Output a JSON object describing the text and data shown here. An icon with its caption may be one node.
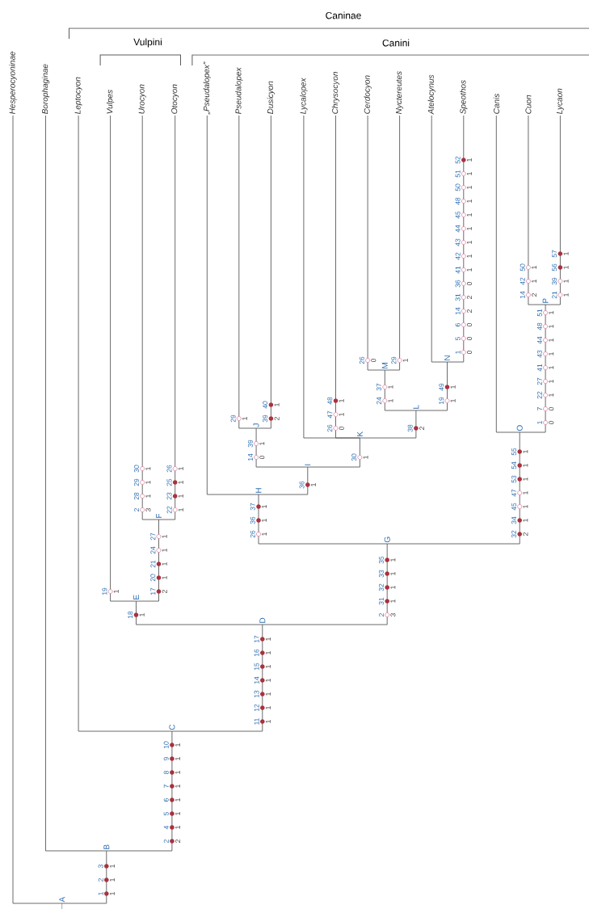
{
  "diagram": {
    "nodes": [
      {
        "text": [
          "Hesperocyoninae"
        ]
      },
      {
        "text": [
          "Borophaginae"
        ]
      },
      {
        "text": [
          "Leptocyon"
        ]
      },
      {
        "text": [
          "Vulpes"
        ],
        "beside": [
          "19",
          "1"
        ]
      },
      {
        "text": [
          "Urocyon"
        ],
        "beside": [
          "2",
          "3",
          "28",
          "1",
          "29",
          "1",
          "30",
          "1"
        ]
      },
      {
        "text": [
          "Otocyon"
        ],
        "beside": [
          "22",
          "1",
          "23",
          "1",
          "25",
          "1",
          "26",
          "1"
        ]
      },
      {
        "text": [
          "„Pseudalopex”"
        ]
      },
      {
        "text": [
          "Pseudalopex"
        ],
        "beside": [
          "29",
          "1"
        ]
      },
      {
        "text": [
          "Dusicyon"
        ],
        "beside": [
          "39",
          "2",
          "40",
          "1"
        ]
      },
      {
        "text": [
          "Lycalopex"
        ]
      },
      {
        "text": [
          "Chrysocyon"
        ],
        "beside": [
          "26",
          "0",
          "47",
          "1",
          "48",
          "1"
        ]
      },
      {
        "text": [
          "Cerdocyon"
        ],
        "beside": [
          "26",
          "0"
        ]
      },
      {
        "text": [
          "Nyctereutes"
        ],
        "beside": [
          "29",
          "1"
        ]
      },
      {
        "text": [
          "Atelocynus"
        ]
      },
      {
        "text": [
          "Speothos"
        ],
        "beside": [
          "1",
          "0",
          "5",
          "0",
          "6",
          "0",
          "14",
          "2",
          "31",
          "2",
          "36",
          "0",
          "41",
          "1",
          "42",
          "1",
          "43",
          "1",
          "44",
          "1",
          "45",
          "1",
          "48",
          "1",
          "50",
          "1",
          "51",
          "1",
          "52",
          "1"
        ]
      },
      {
        "text": [
          "Canis"
        ]
      },
      {
        "text": [
          "Cuon"
        ],
        "beside": [
          "14",
          "2",
          "42",
          "1",
          "50",
          "1"
        ]
      },
      {
        "text": [
          "Lycaon"
        ],
        "beside": [
          "21",
          "1",
          "39",
          "1",
          "56",
          "1",
          "57",
          "1"
        ]
      },
      {
        "text": [
          "A"
        ]
      },
      {
        "text": [
          "B"
        ],
        "beside": [
          "1",
          "1",
          "2",
          "1",
          "3",
          "1"
        ]
      },
      {
        "text": [
          "C"
        ],
        "beside": [
          "2",
          "2",
          "4",
          "1",
          "5",
          "1",
          "6",
          "1",
          "7",
          "1",
          "8",
          "1",
          "9",
          "1",
          "10",
          "1"
        ]
      },
      {
        "text": [
          "D"
        ],
        "beside": [
          "11",
          "1",
          "12",
          "1",
          "13",
          "1",
          "14",
          "1",
          "15",
          "1",
          "16",
          "1",
          "17",
          "1"
        ]
      },
      {
        "text": [
          "E"
        ],
        "beside": [
          "18",
          "1"
        ]
      },
      {
        "text": [
          "F"
        ],
        "beside": [
          "17",
          "2",
          "20",
          "1",
          "21",
          "1",
          "24",
          "1",
          "27",
          "1"
        ]
      },
      {
        "text": [
          "G"
        ],
        "beside": [
          "2",
          "3",
          "31",
          "1",
          "32",
          "1",
          "33",
          "1",
          "35",
          "1"
        ]
      },
      {
        "text": [
          "H"
        ],
        "beside": [
          "26",
          "1",
          "36",
          "1",
          "37",
          "1"
        ]
      },
      {
        "text": [
          "I"
        ],
        "beside": [
          "36",
          "1"
        ]
      },
      {
        "text": [
          "J"
        ],
        "beside": [
          "14",
          "0",
          "39",
          "1"
        ]
      },
      {
        "text": [
          "K"
        ],
        "beside": [
          "30",
          "1"
        ]
      },
      {
        "text": [
          "L"
        ],
        "beside": [
          "38",
          "2"
        ]
      },
      {
        "text": [
          "M"
        ],
        "beside": [
          "24",
          "1",
          "37",
          "1"
        ]
      },
      {
        "text": [
          "N"
        ],
        "beside": [
          "19",
          "1",
          "49",
          "1"
        ]
      },
      {
        "text": [
          "O"
        ],
        "beside": [
          "32",
          "2",
          "34",
          "1",
          "45",
          "1",
          "47",
          "1",
          "53",
          "1",
          "54",
          "1",
          "55",
          "1"
        ]
      },
      {
        "text": [
          "P"
        ],
        "beside": [
          "1",
          "0",
          "7",
          "0",
          "22",
          "1",
          "27",
          "1",
          "41",
          "1",
          "43",
          "1",
          "44",
          "1",
          "48",
          "1",
          "51",
          "1"
        ]
      }
    ],
    "edges": [
      {
        "from": 18,
        "to": 0,
        "arrow": "none"
      },
      {
        "from": 18,
        "to": 19,
        "arrow": "none"
      },
      {
        "from": 19,
        "to": 1,
        "arrow": "none"
      },
      {
        "from": 19,
        "to": 20,
        "arrow": "none"
      },
      {
        "from": 20,
        "to": 2,
        "arrow": "none"
      },
      {
        "from": 20,
        "to": 21,
        "arrow": "none"
      },
      {
        "from": 21,
        "to": 22,
        "arrow": "none"
      },
      {
        "from": 21,
        "to": 24,
        "arrow": "none"
      },
      {
        "from": 22,
        "to": 3,
        "arrow": "none"
      },
      {
        "from": 22,
        "to": 23,
        "arrow": "none"
      },
      {
        "from": 23,
        "to": 4,
        "arrow": "none"
      },
      {
        "from": 23,
        "to": 5,
        "arrow": "none"
      },
      {
        "from": 24,
        "to": 25,
        "arrow": "none"
      },
      {
        "from": 24,
        "to": 32,
        "arrow": "none"
      },
      {
        "from": 25,
        "to": 6,
        "arrow": "none"
      },
      {
        "from": 25,
        "to": 26,
        "arrow": "none"
      },
      {
        "from": 26,
        "to": 27,
        "arrow": "none"
      },
      {
        "from": 26,
        "to": 28,
        "arrow": "none"
      },
      {
        "from": 27,
        "to": 7,
        "arrow": "none"
      },
      {
        "from": 27,
        "to": 8,
        "arrow": "none"
      },
      {
        "from": 28,
        "to": 9,
        "arrow": "none"
      },
      {
        "from": 28,
        "to": 10,
        "arrow": "none"
      },
      {
        "from": 28,
        "to": 29,
        "arrow": "none"
      },
      {
        "from": 29,
        "to": 30,
        "arrow": "none"
      },
      {
        "from": 29,
        "to": 31,
        "arrow": "none"
      },
      {
        "from": 30,
        "to": 11,
        "arrow": "none"
      },
      {
        "from": 30,
        "to": 12,
        "arrow": "none"
      },
      {
        "from": 31,
        "to": 13,
        "arrow": "none"
      },
      {
        "from": 31,
        "to": 14,
        "arrow": "none"
      },
      {
        "from": 32,
        "to": 15,
        "arrow": "none"
      },
      {
        "from": 32,
        "to": 33,
        "arrow": "none"
      },
      {
        "from": 33,
        "to": 16,
        "arrow": "none"
      },
      {
        "from": 33,
        "to": 17,
        "arrow": "none"
      }
    ],
    "labels": [
      "Caninae",
      "Vulpini",
      "Canini"
    ]
  }
}
